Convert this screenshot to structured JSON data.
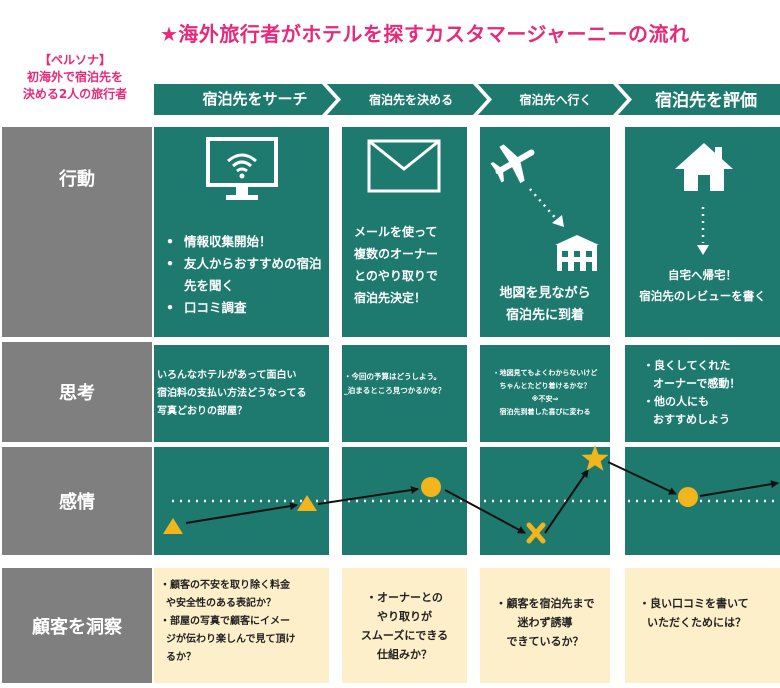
{
  "title": "★海外旅行者がホテルを探すカスタマージャーニーの流れ",
  "persona": [
    "【ペルソナ】",
    "初海外で宿泊先を",
    "決める2人の旅行者"
  ],
  "stages": [
    "宿泊先をサーチ",
    "宿泊先を決める",
    "宿泊先へ行く",
    "宿泊先を評価"
  ],
  "rows": {
    "action": "行動",
    "thinking": "思考",
    "emotion": "感情",
    "insight": "顧客を洞察"
  },
  "action": {
    "col1": [
      "情報収集開始！",
      "友人からおすすめの宿泊先を聞く",
      "口コミ調査"
    ],
    "col2": [
      "メールを使って",
      "複数のオーナー",
      "とのやり取りで",
      "宿泊先決定！"
    ],
    "col3": [
      "地図を見ながら",
      "宿泊先に到着"
    ],
    "col4": [
      "自宅へ帰宅！",
      "宿泊先のレビューを書く"
    ]
  },
  "thinking": {
    "col1": [
      "いろんなホテルがあって面白い",
      "宿泊料の支払い方法どうなってる",
      "写真どおりの部屋？"
    ],
    "col2": [
      "・今回の予算はどうしよう。",
      "_泊まるところ見つかるかな？"
    ],
    "col3": [
      "・地図見てもよくわからないけど",
      "ちゃんとたどり着けるかな？",
      "※不安⇒",
      "宿泊先到着した喜びに変わる"
    ],
    "col4": [
      "・良くしてくれた",
      "オーナーで感動！",
      "・他の人にも",
      "おすすめしよう"
    ]
  },
  "insight": {
    "col1": [
      "・顧客の不安を取り除く料金",
      "や安全性のある表記か？",
      "・部屋の写真で顧客にイメー",
      "ジが伝わり楽しんで見て頂け",
      "るか？"
    ],
    "col2": [
      "・オーナーとの",
      "やり取りが",
      "スムーズにできる",
      "仕組みか？"
    ],
    "col3": [
      "・顧客を宿泊先まで",
      "迷わず誘導",
      "できているか？"
    ],
    "col4": [
      "・良い口コミを書いて",
      "いただくためには？"
    ]
  },
  "colors": {
    "teal": "#1e7a6f",
    "gray": "#7f7f7f",
    "pink": "#e8297a",
    "yellow": "#f2b51b",
    "cream": "#fdefc9"
  }
}
